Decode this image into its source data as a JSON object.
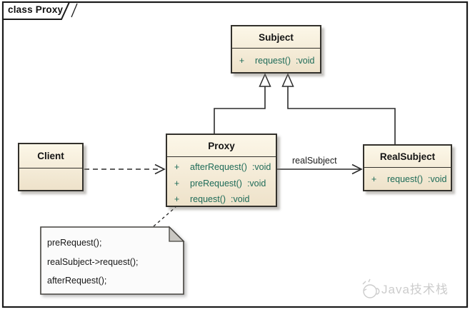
{
  "diagram": {
    "tab_label": "class Proxy",
    "classes": {
      "subject": {
        "name": "Subject",
        "methods": [
          {
            "vis": "+",
            "sig": "request()",
            "ret": ":void"
          }
        ]
      },
      "proxy": {
        "name": "Proxy",
        "methods": [
          {
            "vis": "+",
            "sig": "afterRequest()",
            "ret": ":void"
          },
          {
            "vis": "+",
            "sig": "preRequest()",
            "ret": ":void"
          },
          {
            "vis": "+",
            "sig": "request()",
            "ret": ":void"
          }
        ]
      },
      "client": {
        "name": "Client"
      },
      "realsubject": {
        "name": "RealSubject",
        "methods": [
          {
            "vis": "+",
            "sig": "request()",
            "ret": ":void"
          }
        ]
      }
    },
    "relations": {
      "proxy_realsubject_label": "realSubject"
    },
    "note": {
      "lines": [
        "preRequest();",
        "realSubject->request();",
        "afterRequest();"
      ]
    }
  },
  "watermark": {
    "text": "Java技术栈"
  },
  "colors": {
    "frame_border": "#1b1b1b",
    "class_border": "#33312c",
    "class_fill_top": "#fcf7e8",
    "class_fill_bottom": "#eee2ca",
    "method_text": "#1e6b58",
    "note_fill": "#fbfbfb",
    "line": "#2b2b2b",
    "watermark": "#cccccc"
  }
}
